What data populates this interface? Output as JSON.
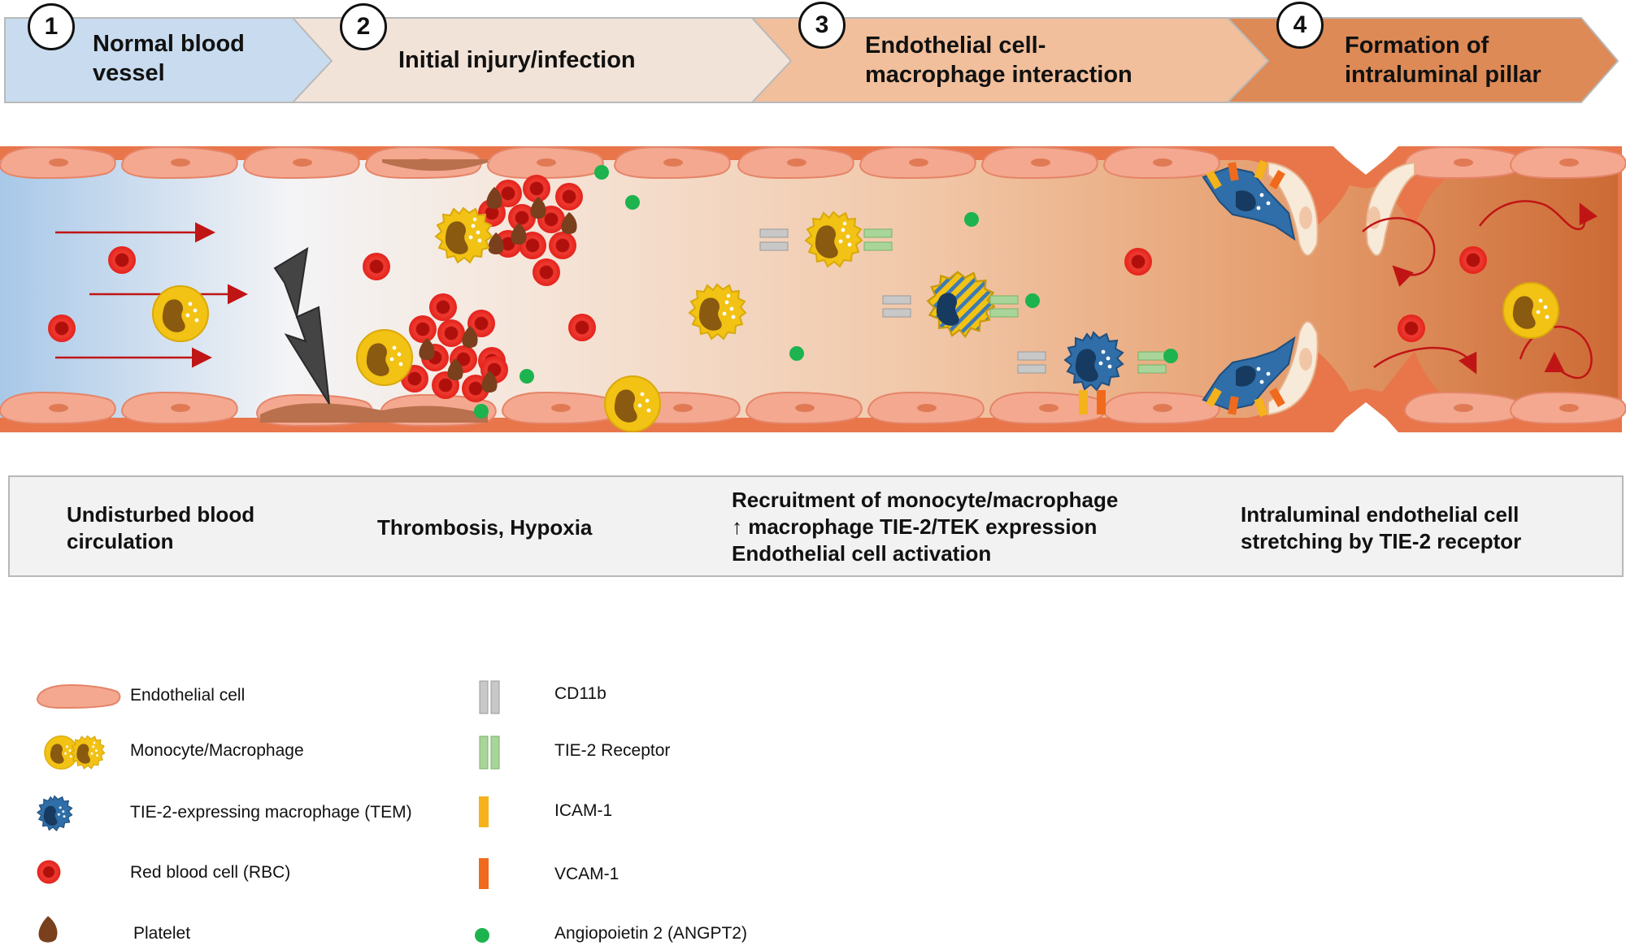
{
  "steps": [
    {
      "number": "1",
      "title": "Normal blood vessel"
    },
    {
      "number": "2",
      "title": "Initial injury/infection"
    },
    {
      "number": "3",
      "title": "Endothelial cell-macrophage interaction"
    },
    {
      "number": "4",
      "title": "Formation of intraluminal pillar"
    }
  ],
  "descriptions": {
    "step1_lines": [
      "Undisturbed blood",
      "circulation"
    ],
    "step2": "Thrombosis, Hypoxia",
    "step3_lines": [
      "Recruitment of monocyte/macrophage",
      "↑  macrophage TIE-2/TEK expression",
      "Endothelial cell activation"
    ],
    "step4_lines": [
      "Intraluminal endothelial cell",
      "stretching by TIE-2 receptor"
    ]
  },
  "legend": {
    "left": [
      {
        "label": "Endothelial cell",
        "icon": "endothelial-cell-icon"
      },
      {
        "label": "Monocyte/Macrophage",
        "icon": "macrophage-icon"
      },
      {
        "label": "TIE-2-expressing macrophage (TEM)",
        "icon": "tem-icon"
      },
      {
        "label": "Red blood cell (RBC)",
        "icon": "rbc-icon"
      },
      {
        "label": "Platelet",
        "icon": "platelet-icon"
      }
    ],
    "right": [
      {
        "label": "CD11b",
        "icon": "cd11b-icon"
      },
      {
        "label": "TIE-2 Receptor",
        "icon": "tie2-receptor-icon"
      },
      {
        "label": "ICAM-1",
        "icon": "icam1-icon"
      },
      {
        "label": "VCAM-1",
        "icon": "vcam1-icon"
      },
      {
        "label": "Angiopoietin 2 (ANGPT2)",
        "icon": "angpt2-icon"
      }
    ]
  },
  "colors": {
    "stage1": "#c9dcef",
    "stage2": "#f2e3d8",
    "stage3": "#f1bf9c",
    "stage4": "#dd8a56",
    "vessel_wall": "#e8764a",
    "endothelial": "#f4a890",
    "rbc": "#e32a22",
    "macrophage": "#f2c214",
    "tem": "#2f6ea8",
    "angpt2": "#1db34e",
    "icam1": "#f5b21b",
    "vcam1": "#ef6a1c",
    "cd11b": "#c8c8c8",
    "tie2": "#a9d59a"
  }
}
